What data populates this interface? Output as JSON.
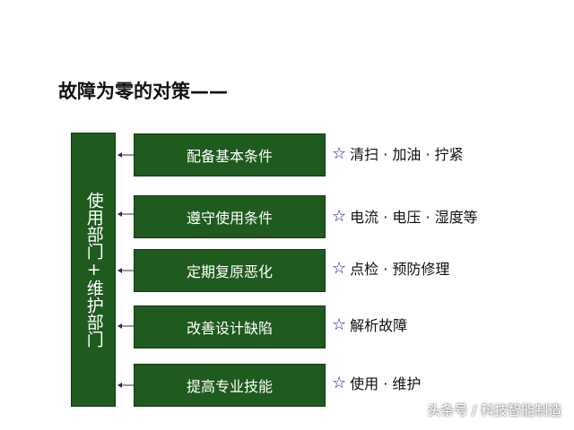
{
  "title": "故障为零的对策——",
  "left_box": "使用部门+维护部门",
  "rows": [
    {
      "box": "配备基本条件",
      "note": "清扫 · 加油 · 拧紧"
    },
    {
      "box": "遵守使用条件",
      "note": "电流 · 电压 · 湿度等"
    },
    {
      "box": "定期复原恶化",
      "note": "点检 · 预防修理"
    },
    {
      "box": "改善设计缺陷",
      "note": "解析故障"
    },
    {
      "box": "提高专业技能",
      "note": "使用 · 维护"
    }
  ],
  "star_glyph": "☆",
  "watermark": "头条号 / 科技智能制造",
  "colors": {
    "box_fill": "#1f5a1f",
    "star": "#1a1a8c"
  }
}
